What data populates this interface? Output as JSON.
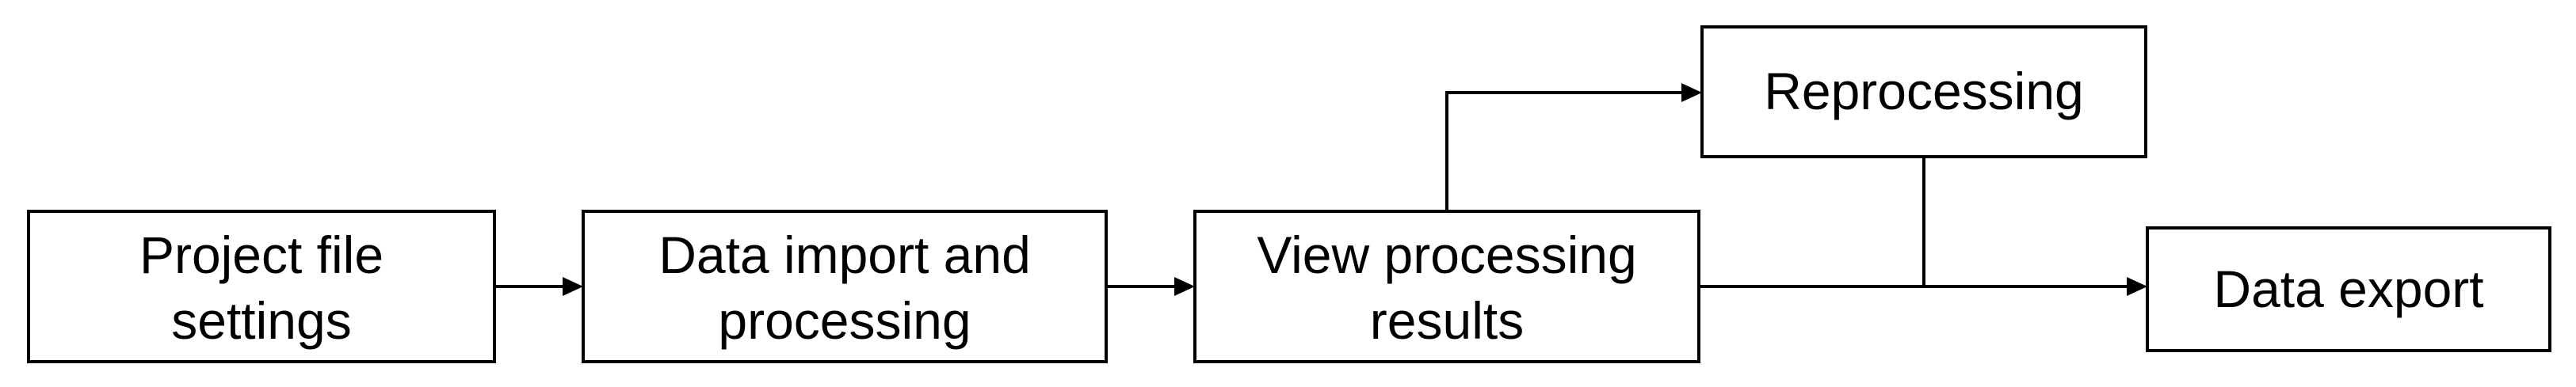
{
  "diagram": {
    "nodes": {
      "project_file_settings": {
        "line1": "Project file",
        "line2": "settings"
      },
      "data_import": {
        "line1": "Data import and",
        "line2": "processing"
      },
      "view_results": {
        "line1": "View processing",
        "line2": "results"
      },
      "reprocessing": {
        "label": "Reprocessing"
      },
      "data_export": {
        "label": "Data export"
      }
    },
    "edges": [
      {
        "from": "project_file_settings",
        "to": "data_import"
      },
      {
        "from": "data_import",
        "to": "view_results"
      },
      {
        "from": "view_results",
        "to": "reprocessing"
      },
      {
        "from": "view_results",
        "to": "data_export"
      },
      {
        "from": "reprocessing",
        "to": "data_export"
      }
    ]
  }
}
